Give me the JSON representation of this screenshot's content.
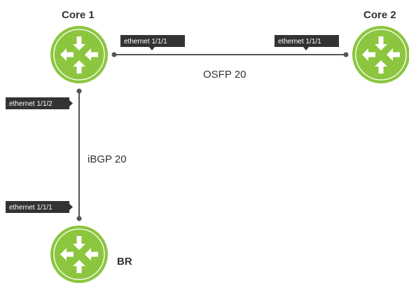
{
  "colors": {
    "router_fill": "#8cc63f",
    "router_ring": "#ffffff",
    "arrow": "#ffffff",
    "link_line": "#555555",
    "port_tag_bg": "#333333",
    "port_tag_text": "#ffffff",
    "label_text": "#333333"
  },
  "nodes": {
    "core1": {
      "label": "Core 1",
      "icon": "router-icon"
    },
    "core2": {
      "label": "Core 2",
      "icon": "router-icon"
    },
    "br": {
      "label": "BR",
      "icon": "router-icon"
    }
  },
  "links": {
    "core1_core2": {
      "label": "OSFP 20",
      "port_core1": "ethernet 1/1/1",
      "port_core2": "ethernet 1/1/1"
    },
    "core1_br": {
      "label": "iBGP 20",
      "port_core1": "ethernet 1/1/2",
      "port_br": "ethernet 1/1/1"
    }
  }
}
